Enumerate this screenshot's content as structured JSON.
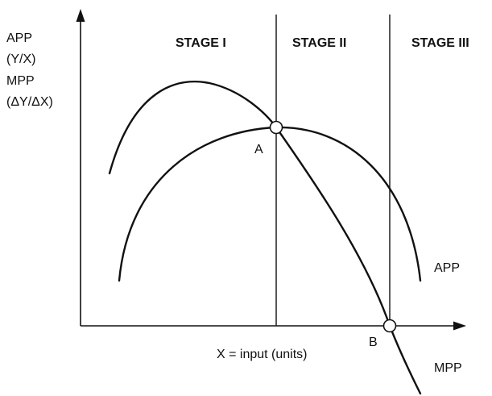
{
  "y_axis_labels": {
    "line1": "APP",
    "line2": "(Y/X)",
    "line3": "MPP",
    "line4": "(ΔY/ΔX)"
  },
  "x_axis_label": "X = input (units)",
  "stages": {
    "stage1": "STAGE I",
    "stage2": "STAGE II",
    "stage3": "STAGE III"
  },
  "curves": {
    "app": "APP",
    "mpp": "MPP"
  },
  "points": {
    "a": "A",
    "b": "B"
  }
}
